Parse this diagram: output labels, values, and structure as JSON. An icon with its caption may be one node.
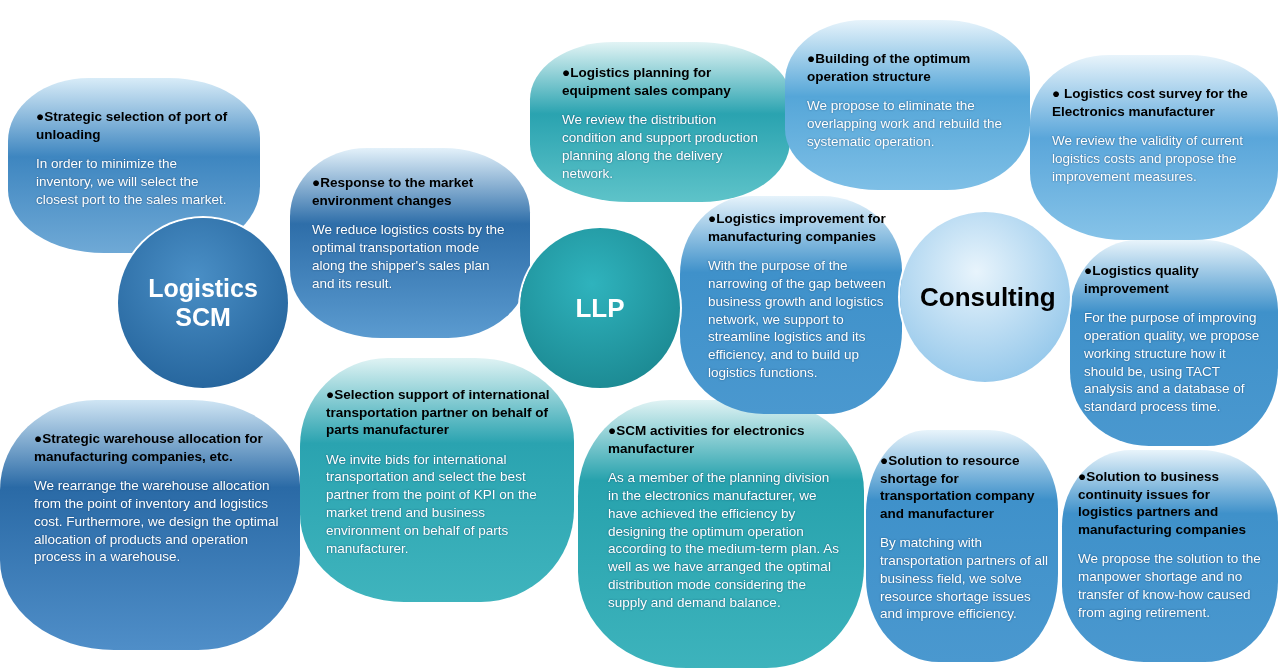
{
  "diagram": {
    "nodes": [
      {
        "text": [
          "Logistics SCM"
        ]
      },
      {
        "text": [
          "LLP"
        ]
      },
      {
        "text": [
          "Consulting"
        ]
      },
      {
        "text": [
          "●Strategic selection of port of unloading",
          "In order to minimize the inventory, we will select the closest port to the sales market."
        ]
      },
      {
        "text": [
          "●Response to the market environment changes",
          "We reduce logistics costs by the optimal transportation mode along the shipper's sales plan and its result."
        ]
      },
      {
        "text": [
          "●Strategic warehouse allocation for manufacturing companies, etc.",
          "We rearrange the warehouse allocation from the point of inventory and logistics cost.  Furthermore, we design the optimal allocation of products and operation process in a warehouse."
        ]
      },
      {
        "text": [
          "●Selection support of international transportation partner on behalf of parts manufacturer",
          "We invite bids for international transportation and select the best partner from the point of KPI on the market trend and business environment on behalf of parts manufacturer."
        ]
      },
      {
        "text": [
          "●Logistics planning for equipment sales company",
          "We review the distribution condition and support production planning along the delivery network."
        ]
      },
      {
        "text": [
          "●SCM activities for electronics manufacturer",
          "As a member of the planning division in the electronics manufacturer, we have achieved the efficiency by designing the optimum operation according to the medium-term plan. As well as we have arranged the optimal distribution mode considering the supply and demand balance."
        ]
      },
      {
        "text": [
          "●Building of the optimum operation structure",
          "We propose to eliminate the overlapping work and rebuild the systematic operation."
        ]
      },
      {
        "text": [
          "●Logistics improvement for manufacturing companies",
          "With the purpose of the narrowing of the gap between business growth and logistics network, we support to streamline logistics and  its efficiency, and to build up logistics functions."
        ]
      },
      {
        "text": [
          "● Logistics cost survey for the Electronics manufacturer",
          "We review the validity of current logistics costs and propose the improvement measures."
        ]
      },
      {
        "text": [
          "●Logistics quality improvement",
          "For the purpose of improving operation quality, we propose working structure how it should be, using TACT analysis and a database of standard process time."
        ]
      },
      {
        "text": [
          "●Solution to resource shortage for transportation company and manufacturer",
          "By matching with transportation partners of all business field, we solve resource shortage issues and improve efficiency."
        ]
      },
      {
        "text": [
          "●Solution to business continuity issues for logistics partners and manufacturing companies",
          "We propose the solution to the manpower shortage and no transfer of know-how caused from aging retirement."
        ]
      }
    ],
    "edges": []
  }
}
